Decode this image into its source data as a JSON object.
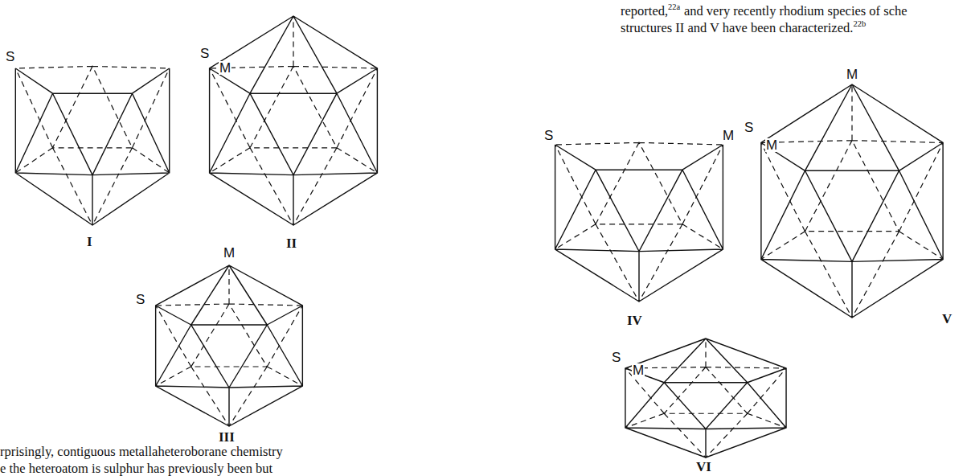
{
  "diagram": {
    "labels": [
      "S",
      "I",
      "S",
      "M",
      "II",
      "M",
      "S",
      "III",
      "rprisingly, contiguous metallaheteroborane chemistry",
      "e the heteroatom is sulphur has previously been but",
      "reported,",
      "22a",
      "and very recently rhodium species of sche",
      "structures II and V have been characterized.",
      "22b",
      "S",
      "M",
      "IV",
      "M",
      "S",
      "M",
      "V",
      "S",
      "M",
      "VI"
    ]
  }
}
